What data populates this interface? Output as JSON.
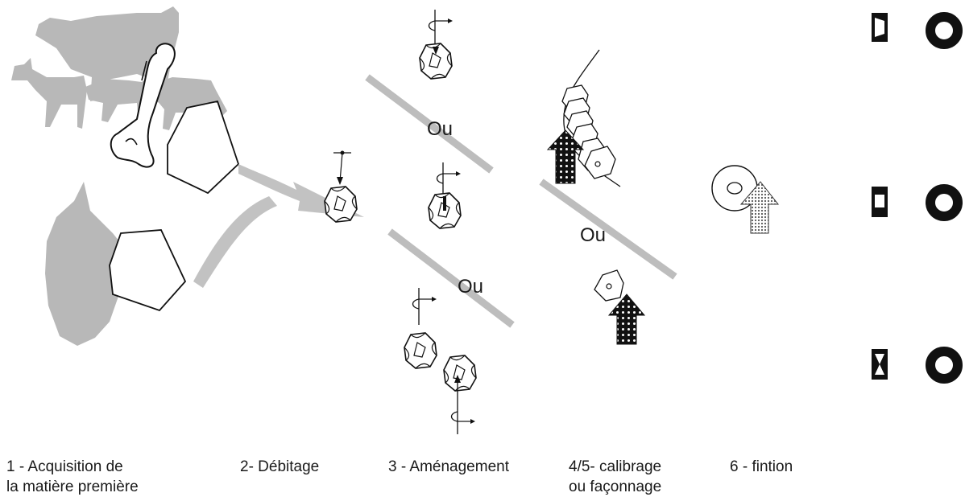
{
  "diagram": {
    "separator_word": "Ou",
    "steps": [
      {
        "line1": "1 - Acquisition de",
        "line2": "la matière première"
      },
      {
        "line1": "2- Débitage",
        "line2": ""
      },
      {
        "line1": "3 - Aménagement",
        "line2": ""
      },
      {
        "line1": "4/5- calibrage",
        "line2": "ou façonnage"
      },
      {
        "line1": "6 - fintion",
        "line2": ""
      }
    ],
    "bead_profiles": [
      "truncated-cone",
      "cylinder",
      "biconical"
    ]
  },
  "colors": {
    "silhouette": "#b8b8b8",
    "arrow_gray": "#c2c2c2",
    "separator": "#bdbdbd",
    "ink": "#1a1a1a"
  }
}
